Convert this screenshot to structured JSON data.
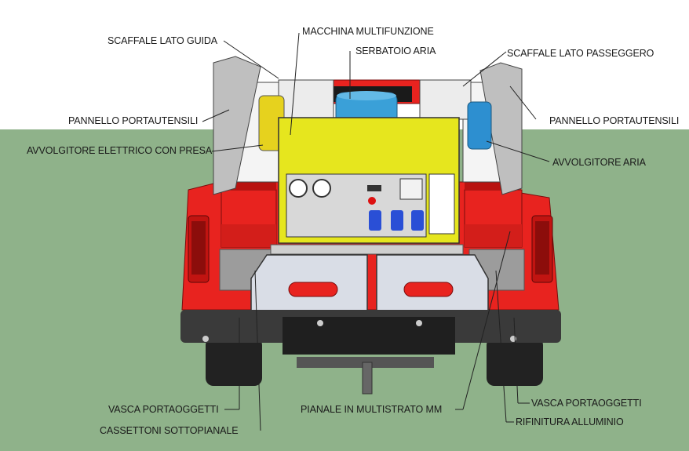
{
  "labels": {
    "scaffale_lato_guida": "SCAFFALE LATO GUIDA",
    "macchina_multifunzione": "MACCHINA MULTIFUNZIONE",
    "serbatoio_aria": "SERBATOIO ARIA",
    "scaffale_lato_passeggero": "SCAFFALE LATO PASSEGGERO",
    "pannello_portautensili_sx": "PANNELLO PORTAUTENSILI",
    "pannello_portautensili_dx": "PANNELLO PORTAUTENSILI",
    "avvolgitore_elettrico": "AVVOLGITORE ELETTRICO CON PRESA",
    "avvolgitore_aria": "AVVOLGITORE ARIA",
    "vasca_portaoggetti_sx": "VASCA PORTAOGGETTI",
    "vasca_portaoggetti_dx": "VASCA PORTAOGGETTI",
    "cassettoni_sottopianale": "CASSETTONI SOTTOPIANALE",
    "pianale_multistrato": "PIANALE IN MULTISTRATO MM",
    "rifinitura_alluminio": "RIFINITURA ALLUMINIO"
  },
  "colors": {
    "sky": "#ffffff",
    "ground": "#8fb28a",
    "truck_body": "#e8231f",
    "machine_panel": "#e6e61e",
    "tank": "#3aa0d8",
    "bumper": "#3a3a3a"
  }
}
